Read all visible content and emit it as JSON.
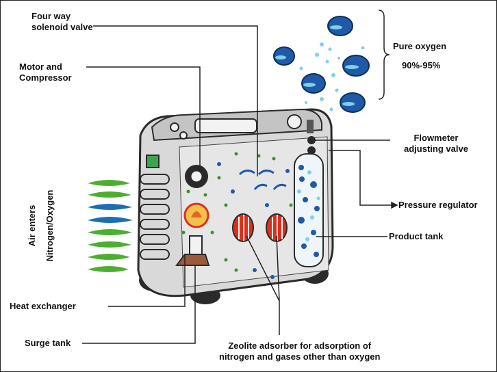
{
  "labels": {
    "four_way_valve": "Four way\nsolenoid valve",
    "motor_compressor": "Motor and\nCompressor",
    "pure_oxygen": "Pure oxygen",
    "oxygen_percent": "90%-95%",
    "flowmeter": "Flowmeter\nadjusting valve",
    "pressure_regulator": "Pressure regulator",
    "product_tank": "Product tank",
    "air_enters": "Air enters",
    "nitrogen_oxygen": "Nitrogen/Oxygen",
    "heat_exchanger": "Heat exchanger",
    "surge_tank": "Surge tank",
    "zeolite": "Zeolite adsorber for adsorption of\nnitrogen and gases other than oxygen"
  },
  "colors": {
    "oxygen_blue": "#1f5aa8",
    "air_green": "#4caf2f",
    "air_blue": "#1a6fb5",
    "zeolite_red": "#d8321e",
    "machine_gray": "#d9d9d9",
    "machine_dark": "#2a2a2a"
  }
}
